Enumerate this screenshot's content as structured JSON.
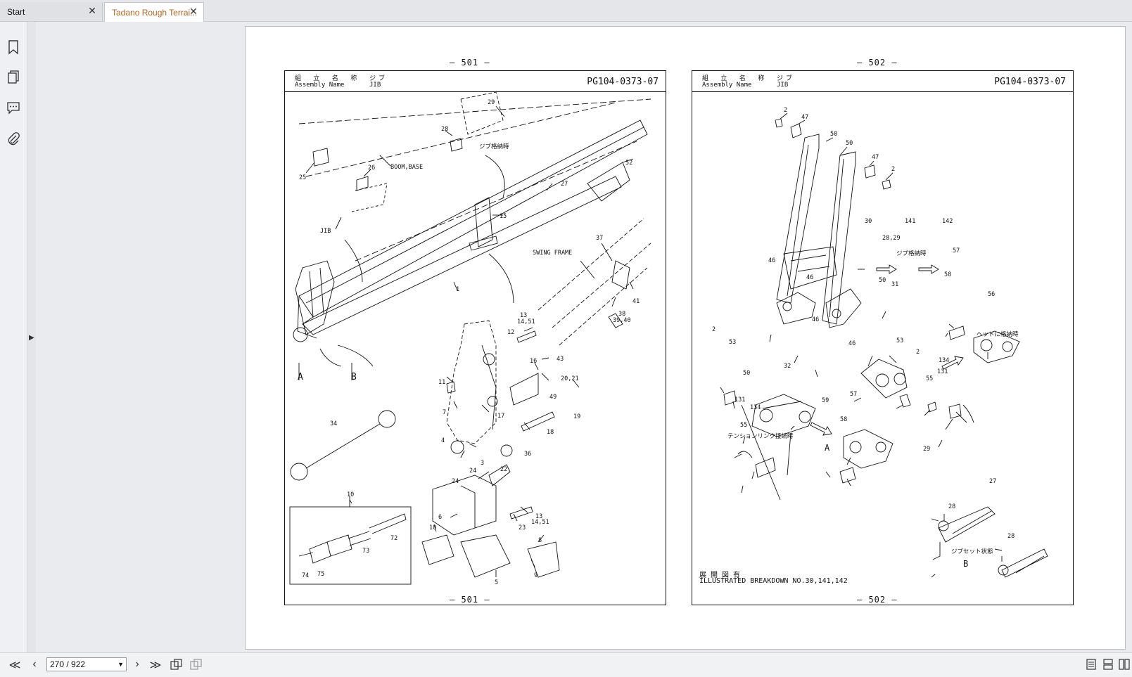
{
  "tabs": [
    {
      "label": "Start"
    },
    {
      "label": "Tadano Rough Terrai..."
    }
  ],
  "rail_icons": [
    "bookmark-icon",
    "pages-icon",
    "comment-icon",
    "attachment-icon"
  ],
  "page": {
    "left_sheet": {
      "page_number_top": "– 501 –",
      "page_number_bottom": "– 501 –",
      "header_jp_label": "組 立 名 称",
      "header_en_label": "Assembly Name",
      "header_jp_value": "ジブ",
      "header_en_value": "JIB",
      "code": "PG104-0373-07",
      "labels": [
        "29",
        "28",
        "ジブ格納時",
        "52",
        "25",
        "26",
        "BOOM,BASE",
        "27",
        "15",
        "JIB",
        "37",
        "SWING FRAME",
        "1",
        "41",
        "38",
        "39,40",
        "A",
        "B",
        "13",
        "14,51",
        "12",
        "43",
        "16",
        "20,21",
        "11",
        "49",
        "17",
        "7",
        "19",
        "18",
        "34",
        "4",
        "36",
        "3",
        "22",
        "24",
        "24",
        "10",
        "6",
        "13",
        "14,51",
        "23",
        "72",
        "73",
        "8",
        "10",
        "74",
        "75",
        "5",
        "9"
      ]
    },
    "right_sheet": {
      "page_number_top": "– 502 –",
      "page_number_bottom": "– 502 –",
      "header_jp_label": "組 立 名 称",
      "header_en_label": "Assembly Name",
      "header_jp_value": "ジブ",
      "header_en_value": "JIB",
      "code": "PG104-0373-07",
      "labels": [
        "2",
        "47",
        "50",
        "50",
        "47",
        "2",
        "30",
        "141",
        "142",
        "28,29",
        "ジブ格納時",
        "57",
        "58",
        "56",
        "46",
        "46",
        "50",
        "31",
        "46",
        "2",
        "53",
        "46",
        "53",
        "2",
        "ヘッドに格納時",
        "50",
        "32",
        "134",
        "131",
        "55",
        "57",
        "131",
        "134",
        "59",
        "58",
        "55",
        "テンションリンク接続時",
        "A",
        "29",
        "27",
        "28",
        "28",
        "ジブセット状態",
        "B"
      ],
      "footer_jp": "展 開 図 有",
      "footer_en": "ILLUSTRATED BREAKDOWN NO.30,141,142"
    }
  },
  "bottom": {
    "page_indicator": "270 / 922",
    "nav": {
      "first": "≪",
      "prev": "‹",
      "next": "›",
      "last": "≫"
    }
  }
}
